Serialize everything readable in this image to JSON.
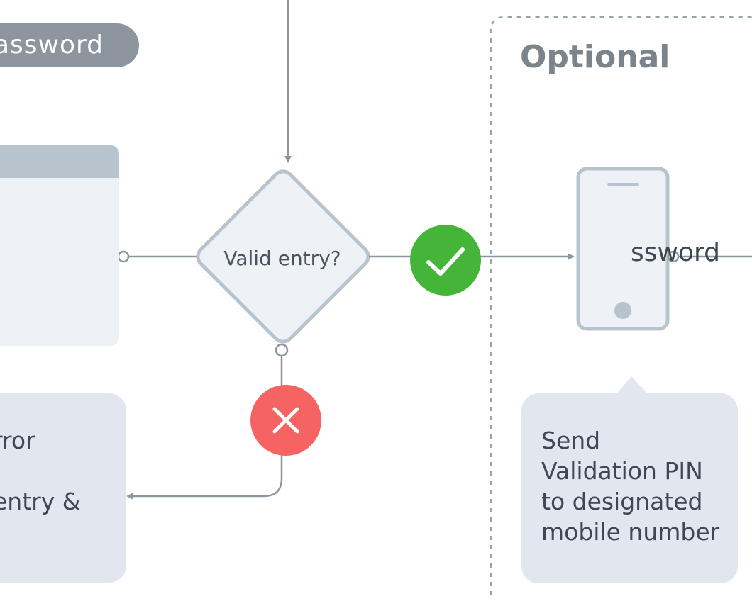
{
  "header_pill": {
    "label": "assword"
  },
  "left_card": {
    "label": "ssword"
  },
  "decision": {
    "label": "Valid entry?"
  },
  "error_box": {
    "line1": "rror",
    "line2": "entry &"
  },
  "optional": {
    "title": "Optional"
  },
  "send_pin": {
    "line1": "Send",
    "line2": "Validation PIN",
    "line3": "to designated",
    "line4": "mobile number"
  },
  "colors": {
    "connector": "#8d969e",
    "node_fill": "#eef1f5",
    "node_stroke": "#b8c4cd",
    "success": "#45b53a",
    "error": "#f56462",
    "callout": "#e2e7ef"
  },
  "icons": {
    "success": "check-icon",
    "failure": "x-icon",
    "device": "smartphone-icon"
  }
}
